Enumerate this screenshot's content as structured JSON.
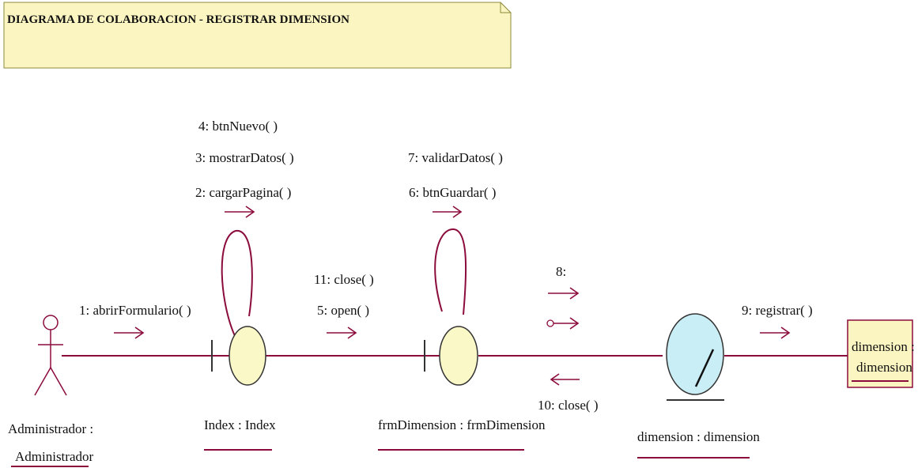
{
  "note": {
    "title": "DIAGRAMA DE COLABORACION - REGISTRAR DIMENSION"
  },
  "actor": {
    "label_line1": "Administrador :",
    "label_line2": "Administrador"
  },
  "objects": {
    "index": {
      "label": "Index : Index"
    },
    "frm": {
      "label": "frmDimension : frmDimension"
    },
    "entity": {
      "label": "dimension : dimension"
    },
    "box": {
      "line1": "dimension :",
      "line2": "dimension"
    }
  },
  "messages": {
    "m1": "1: abrirFormulario( )",
    "m2": "2: cargarPagina( )",
    "m3": "3: mostrarDatos( )",
    "m4": "4: btnNuevo( )",
    "m5": "5: open( )",
    "m6": "6: btnGuardar( )",
    "m7": "7: validarDatos( )",
    "m8": "8:",
    "m9": "9: registrar( )",
    "m10": "10: close( )",
    "m11": "11: close( )"
  },
  "colors": {
    "line": "#8b0b3c",
    "boundary_fill": "#fbf8c8",
    "entity_fill": "#c9eef5",
    "note_fill": "#fbf5c1",
    "box_fill": "#fbf5c1"
  }
}
